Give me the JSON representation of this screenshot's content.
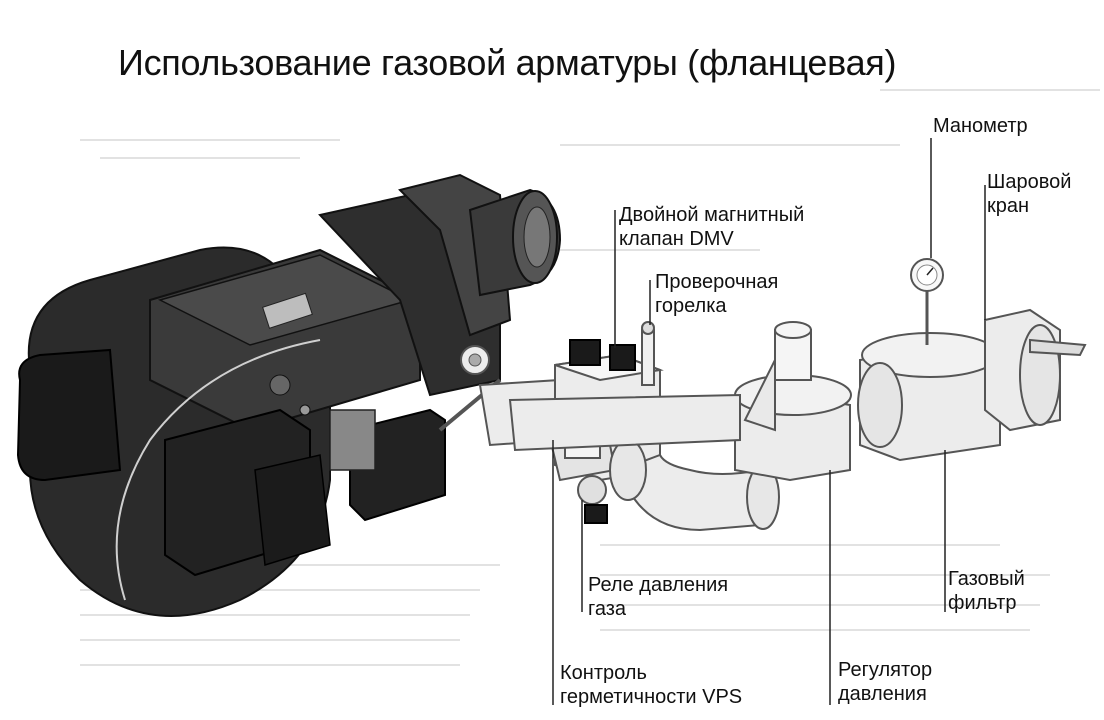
{
  "title": "Использование газовой арматуры (фланцевая)",
  "labels": {
    "manometer": "Манометр",
    "ball_valve": [
      "Шаровой",
      "кран"
    ],
    "dmv": [
      "Двойной магнитный",
      "клапан DMV"
    ],
    "test_burner": [
      "Проверочная",
      "горелка"
    ],
    "pressure_relay": [
      "Реле давления",
      "газа"
    ],
    "vps": [
      "Контроль",
      "герметичности VPS"
    ],
    "regulator": [
      "Регулятор",
      "давления"
    ],
    "filter": [
      "Газовый",
      "фильтр"
    ]
  },
  "colors": {
    "burner_body": "#2b2b2b",
    "burner_dark": "#1a1a1a",
    "fitting": "#ececec",
    "outline": "#555555",
    "leader": "#222222"
  }
}
